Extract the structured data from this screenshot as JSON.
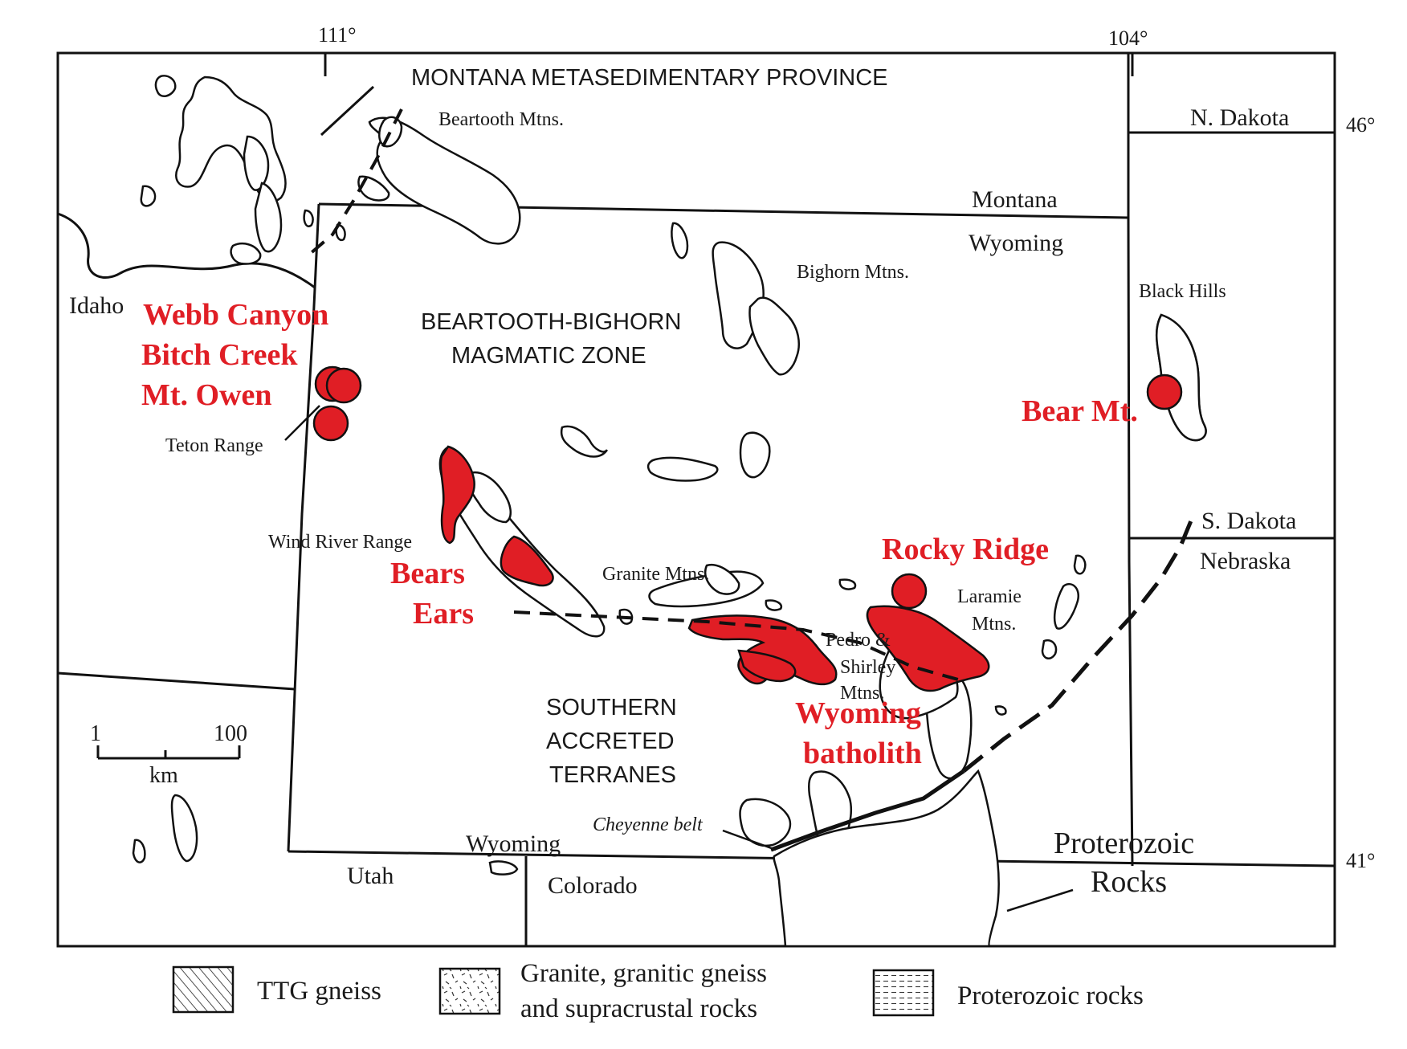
{
  "colors": {
    "highlight": "#e01e25",
    "line": "#111111",
    "paper": "#ffffff"
  },
  "graticule": {
    "lon_west": "111°",
    "lon_east": "104°",
    "lat_north": "46°",
    "lat_south": "41°"
  },
  "provinces": {
    "montana": "MONTANA METASEDIMENTARY PROVINCE",
    "bbmz_line1": "BEARTOOTH-BIGHORN",
    "bbmz_line2": "MAGMATIC ZONE",
    "sat_line1": "SOUTHERN",
    "sat_line2": "ACCRETED",
    "sat_line3": "TERRANES"
  },
  "states": {
    "montana": "Montana",
    "wyoming": "Wyoming",
    "wyoming_south": "Wyoming",
    "idaho": "Idaho",
    "utah": "Utah",
    "colorado": "Colorado",
    "n_dakota": "N. Dakota",
    "s_dakota": "S. Dakota",
    "nebraska": "Nebraska"
  },
  "ranges": {
    "beartooth": "Beartooth Mtns.",
    "bighorn": "Bighorn Mtns.",
    "black_hills": "Black Hills",
    "teton": "Teton Range",
    "wind_river": "Wind River Range",
    "granite": "Granite Mtns.",
    "laramie_line1": "Laramie",
    "laramie_line2": "Mtns.",
    "pedro_line1": "Pedro &",
    "pedro_line2": "Shirley",
    "pedro_line3": "Mtns.",
    "cheyenne": "Cheyenne belt"
  },
  "sites": {
    "webb": "Webb Canyon",
    "bitch": "Bitch Creek",
    "owen": "Mt. Owen",
    "bear_mt": "Bear Mt.",
    "rocky": "Rocky Ridge",
    "bears_line1": "Bears",
    "bears_line2": "Ears",
    "wyo_line1": "Wyoming",
    "wyo_line2": "batholith",
    "prot_line1": "Proterozoic",
    "prot_line2": "Rocks"
  },
  "scale": {
    "left": "1",
    "right": "100",
    "unit": "km"
  },
  "legend": {
    "ttg": "TTG gneiss",
    "granite_line1": "Granite, granitic gneiss",
    "granite_line2": "and supracrustal rocks",
    "proterozoic": "Proterozoic rocks"
  }
}
